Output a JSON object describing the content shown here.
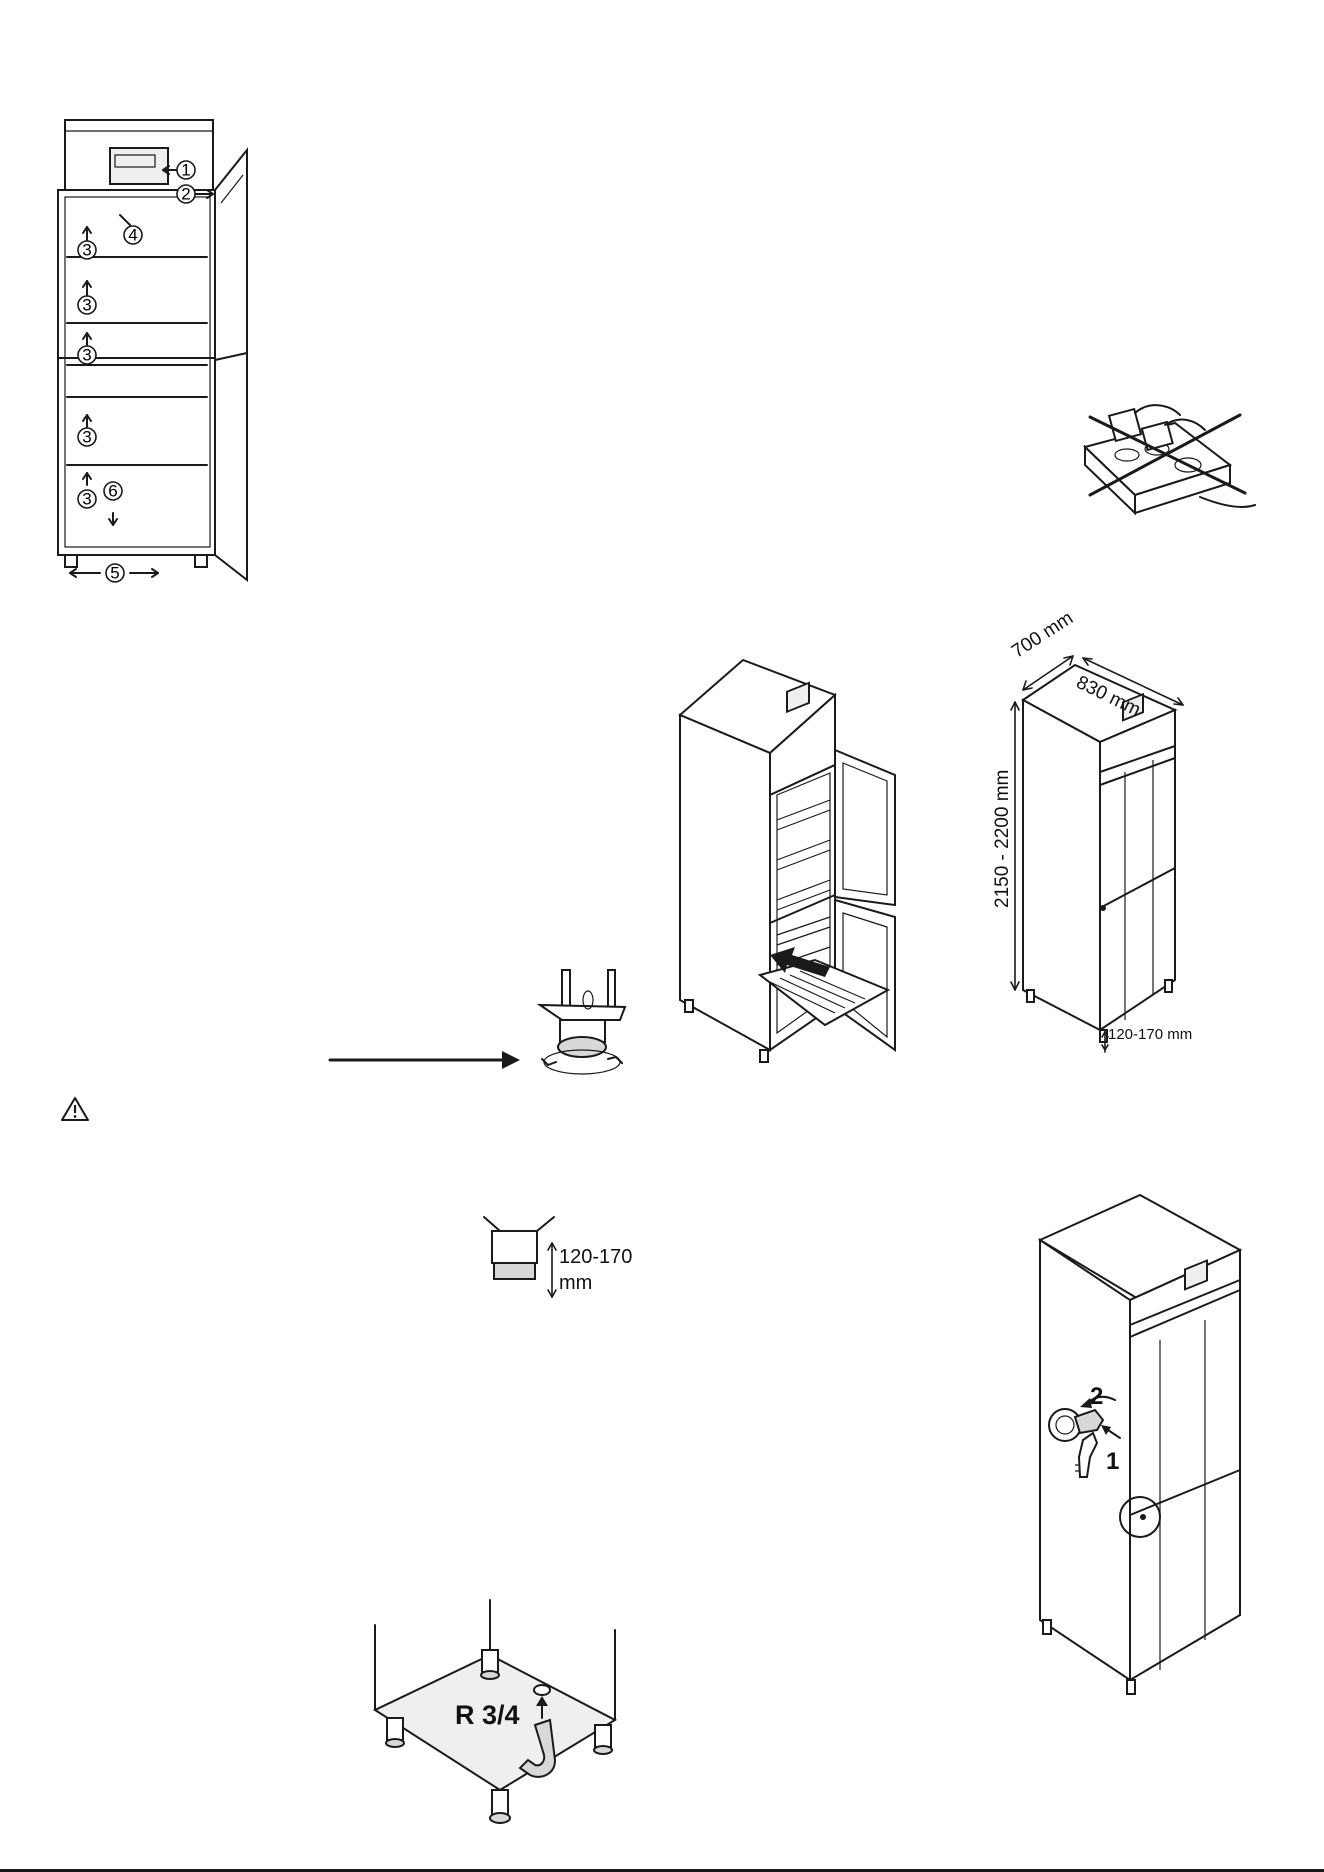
{
  "callouts": {
    "c1": "1",
    "c2": "2",
    "c3": "3",
    "c4": "4",
    "c5": "5",
    "c6": "6"
  },
  "dimensions": {
    "depth": "700 mm",
    "width": "830 mm",
    "height": "2150 - 2200 mm",
    "feet_range": "120-170 mm",
    "foot_adjust_range": "120-170",
    "foot_adjust_unit": "mm"
  },
  "drain": {
    "thread_label": "R 3/4"
  },
  "lock_steps": {
    "step1": "1",
    "step2": "2"
  },
  "icons": {
    "warning": "warning-triangle-icon",
    "no_multi_socket": "crossed-out-power-strip-icon"
  }
}
